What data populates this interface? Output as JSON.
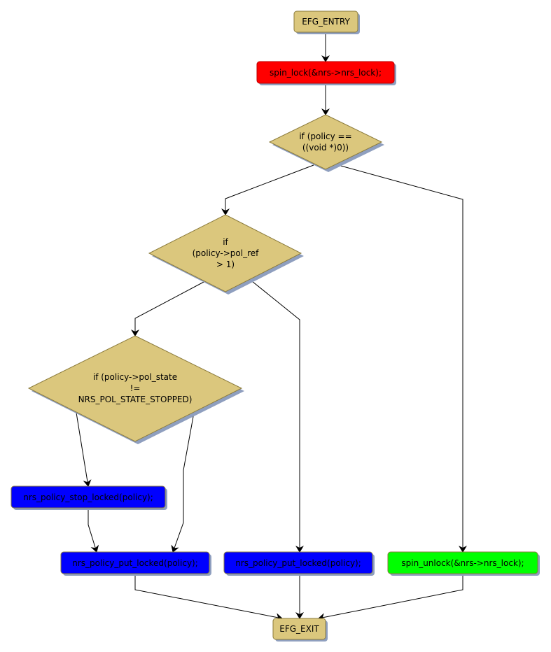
{
  "colors": {
    "decision": "#dbc77d",
    "entry_exit": "#dbc77d",
    "lock": "#ff0000",
    "policy_call": "#0000ff",
    "unlock": "#00ff00",
    "shadow": "#8f9fbf",
    "border": "#8b7b3c"
  },
  "nodes": {
    "entry": "EFG_ENTRY",
    "spin_lock": "spin_lock(&nrs->nrs_lock);",
    "cond_policy_null": [
      "if (policy ==",
      "((void *)0))"
    ],
    "cond_pol_ref": [
      "if",
      "(policy->pol_ref",
      "> 1)"
    ],
    "cond_pol_state": [
      "if (policy->pol_state",
      "!=",
      "NRS_POL_STATE_STOPPED)"
    ],
    "stop_locked": "nrs_policy_stop_locked(policy);",
    "put_locked_1": "nrs_policy_put_locked(policy);",
    "put_locked_2": "nrs_policy_put_locked(policy);",
    "spin_unlock": "spin_unlock(&nrs->nrs_lock);",
    "exit": "EFG_EXIT"
  }
}
